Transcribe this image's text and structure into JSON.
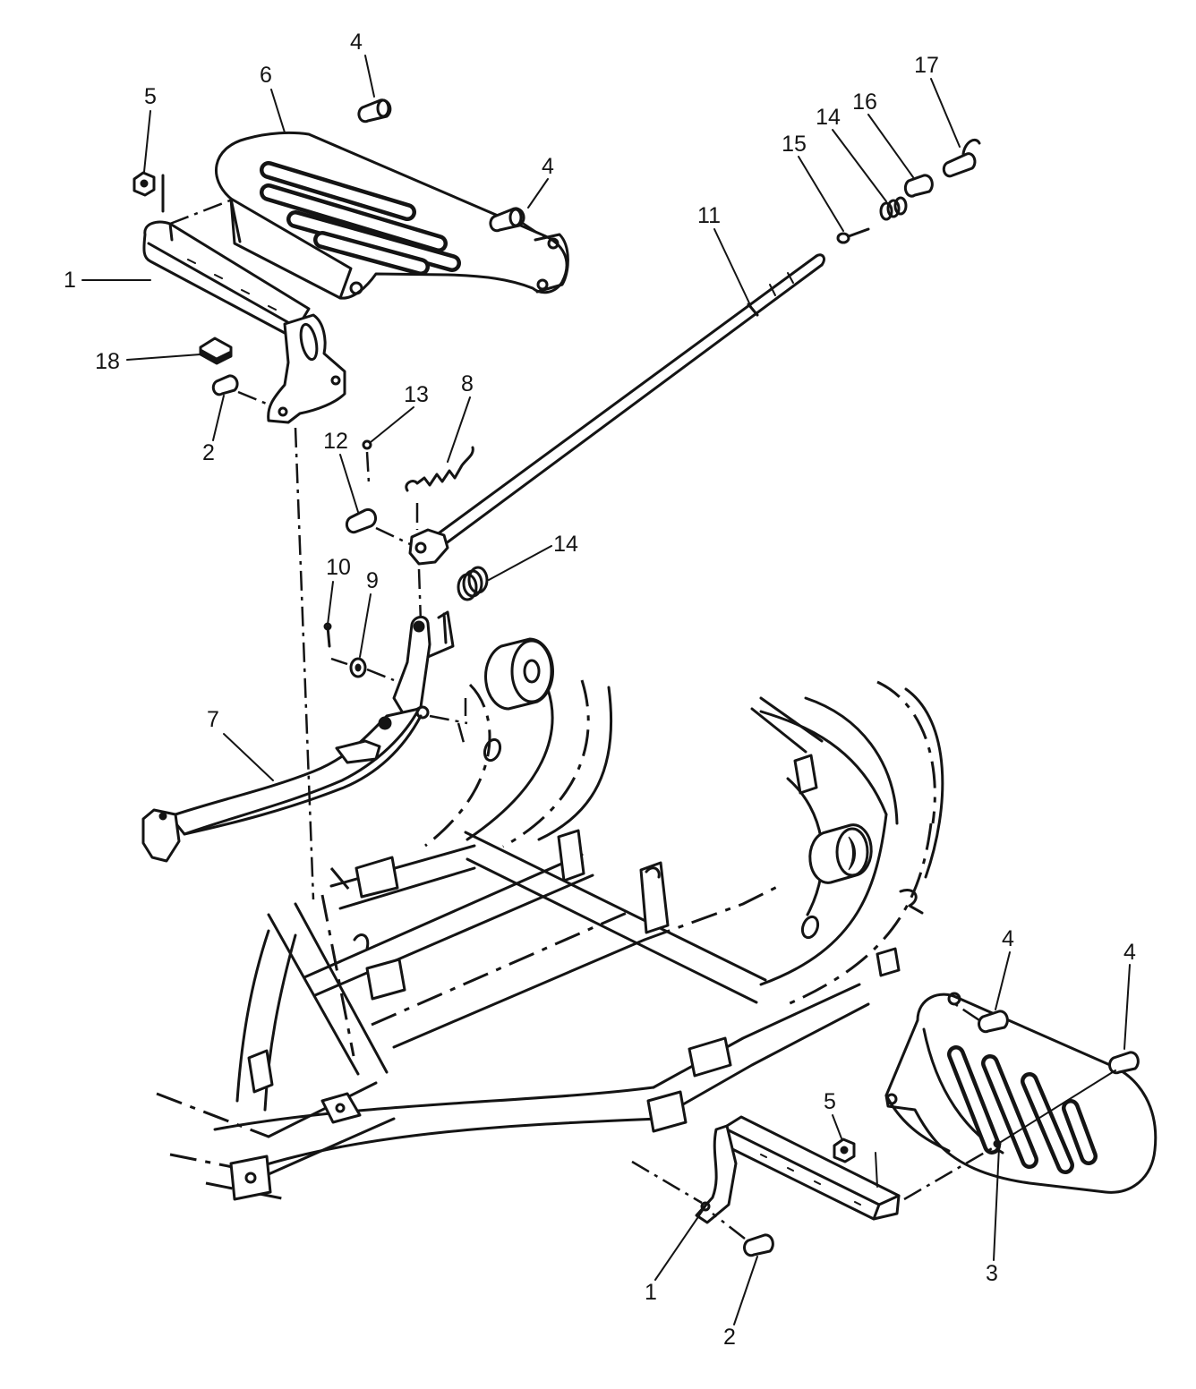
{
  "colors": {
    "ink": "#141414",
    "paper": "#ffffff"
  },
  "callouts": [
    "4",
    "6",
    "5",
    "4",
    "17",
    "16",
    "14",
    "15",
    "11",
    "1",
    "18",
    "2",
    "13",
    "8",
    "12",
    "14",
    "10",
    "9",
    "7",
    "4",
    "4",
    "5",
    "1",
    "3",
    "2"
  ]
}
